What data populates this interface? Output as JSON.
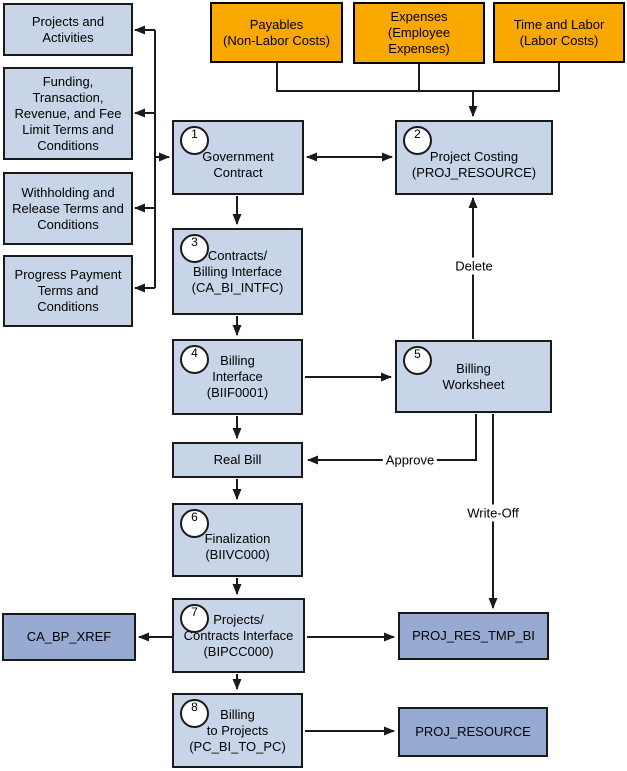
{
  "boxes": {
    "projects_activities": {
      "lines": [
        "Projects and",
        "Activities"
      ]
    },
    "funding": {
      "lines": [
        "Funding,",
        "Transaction,",
        "Revenue, and Fee",
        "Limit Terms and",
        "Conditions"
      ]
    },
    "withholding": {
      "lines": [
        "Withholding and",
        "Release Terms and",
        "Conditions"
      ]
    },
    "progress_payment": {
      "lines": [
        "Progress Payment",
        "Terms and",
        "Conditions"
      ]
    },
    "payables": {
      "lines": [
        "Payables",
        "(Non-Labor Costs)"
      ]
    },
    "expenses": {
      "lines": [
        "Expenses",
        "(Employee",
        "Expenses)"
      ]
    },
    "time_labor": {
      "lines": [
        "Time and Labor",
        "(Labor Costs)"
      ]
    },
    "government_contract": {
      "number": "1",
      "lines": [
        "Government",
        "Contract"
      ]
    },
    "project_costing": {
      "number": "2",
      "lines": [
        "Project Costing",
        "(PROJ_RESOURCE)"
      ]
    },
    "contracts_billing_interface": {
      "number": "3",
      "lines": [
        "Contracts/",
        "Billing Interface",
        "(CA_BI_INTFC)"
      ]
    },
    "billing_interface": {
      "number": "4",
      "lines": [
        "Billing",
        "Interface",
        "(BIIF0001)"
      ]
    },
    "billing_worksheet": {
      "number": "5",
      "lines": [
        "Billing",
        "Worksheet"
      ]
    },
    "real_bill": {
      "lines": [
        "Real Bill"
      ]
    },
    "finalization": {
      "number": "6",
      "lines": [
        "Finalization",
        "(BIIVC000)"
      ]
    },
    "projects_contracts_interface": {
      "number": "7",
      "lines": [
        "Projects/",
        "Contracts Interface",
        "(BIPCC000)"
      ]
    },
    "billing_to_projects": {
      "number": "8",
      "lines": [
        "Billing",
        "to Projects",
        "(PC_BI_TO_PC)"
      ]
    },
    "ca_bp_xref": {
      "lines": [
        "CA_BP_XREF"
      ]
    },
    "proj_res_tmp_bi": {
      "lines": [
        "PROJ_RES_TMP_BI"
      ]
    },
    "proj_resource": {
      "lines": [
        "PROJ_RESOURCE"
      ]
    }
  },
  "edge_labels": {
    "delete": "Delete",
    "approve": "Approve",
    "write_off": "Write-Off"
  },
  "colors": {
    "process_fill": "#C8D5E9",
    "record_fill": "#96AAD2",
    "source_fill": "#F9A800",
    "line": "#1A1A1A",
    "background": "#FFFFFF"
  }
}
